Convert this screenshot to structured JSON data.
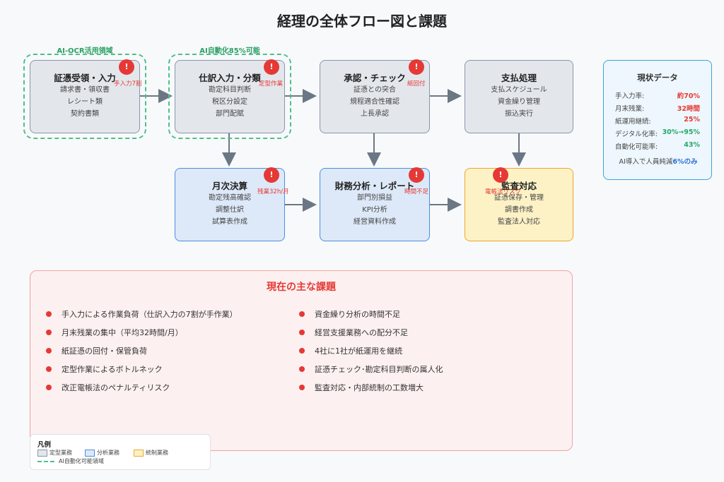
{
  "title": "経理の全体フロー図と課題",
  "zones": {
    "ocr": "AI-OCR活用領域",
    "auto": "AI自動化85%可能"
  },
  "boxes": {
    "receipt": {
      "title": "証憑受領・入力",
      "lines": [
        "請求書・領収書",
        "レシート類",
        "契約書類"
      ],
      "alert": "!",
      "note": "手入力7割"
    },
    "journal": {
      "title": "仕訳入力・分類",
      "lines": [
        "勘定科目判断",
        "税区分設定",
        "部門配賦"
      ],
      "alert": "!",
      "note": "定型作業"
    },
    "approval": {
      "title": "承認・チェック",
      "lines": [
        "証憑との突合",
        "規程適合性確認",
        "上長承認"
      ],
      "alert": "!",
      "note": "紙回付"
    },
    "payment": {
      "title": "支払処理",
      "lines": [
        "支払スケジュール",
        "資金繰り管理",
        "振込実行"
      ]
    },
    "closing": {
      "title": "月次決算",
      "lines": [
        "勘定残高確認",
        "調整仕訳",
        "試算表作成"
      ],
      "alert": "!",
      "note": "残業32h/月"
    },
    "analysis": {
      "title": "財務分析・レポート",
      "lines": [
        "部門別損益",
        "KPI分析",
        "経営資料作成"
      ],
      "alert": "!",
      "note": "時間不足"
    },
    "audit": {
      "title": "監査対応",
      "lines": [
        "証憑保存・管理",
        "調書作成",
        "監査法人対応"
      ],
      "alert": "!",
      "note": "電帳法リスク"
    }
  },
  "status": {
    "title": "現状データ",
    "rows": [
      {
        "label": "手入力率:",
        "value": "約70%",
        "color": "#e53935"
      },
      {
        "label": "月末残業:",
        "value": "32時間",
        "color": "#e53935"
      },
      {
        "label": "紙運用継続:",
        "value": "25%",
        "color": "#e53935"
      },
      {
        "label": "デジタル化率:",
        "value": "30%→95%",
        "color": "#27a869"
      },
      {
        "label": "自動化可能率:",
        "value": "43%",
        "color": "#27a869"
      }
    ],
    "note_prefix": "AI導入で人員純減",
    "note_highlight": "6%のみ"
  },
  "issues": {
    "title": "現在の主な課題",
    "left": [
      "手入力による作業負荷（仕訳入力の7割が手作業）",
      "月末残業の集中（平均32時間/月）",
      "紙証憑の回付・保管負荷",
      "定型作業によるボトルネック",
      "改正電帳法のペナルティリスク"
    ],
    "right": [
      "資金繰り分析の時間不足",
      "経営支援業務への配分不足",
      "4社に1社が紙運用を継続",
      "証憑チェック･勘定科目判断の属人化",
      "監査対応・内部統制の工数増大"
    ]
  },
  "legend": {
    "title": "凡例",
    "routine": "定型業務",
    "analysis": "分析業務",
    "control": "統制業務",
    "ai": "AI自動化可能領域"
  },
  "colors": {
    "routine": "#e3e7ec",
    "analysis": "#dde9f8",
    "control": "#fdf2c6",
    "alert": "#e53935",
    "ai_zone": "#4ec08a"
  }
}
